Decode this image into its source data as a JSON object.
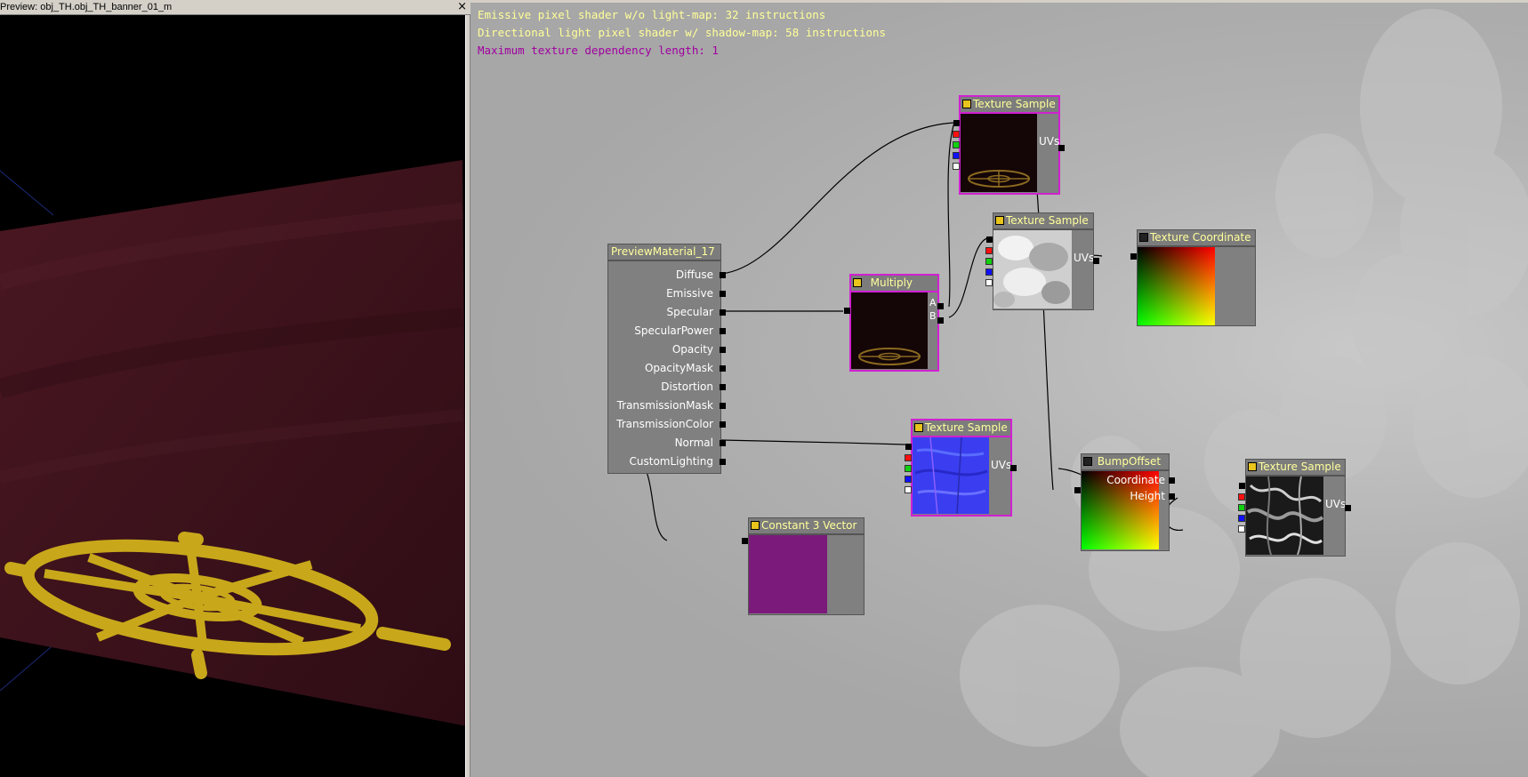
{
  "preview": {
    "title": "Preview: obj_TH.obj_TH_banner_01_m",
    "close_glyph": "×",
    "banner_color": "#3a1018",
    "emblem_color": "#c8a81a"
  },
  "stats": {
    "line1": "Emissive pixel shader w/o light-map: 32 instructions",
    "line2": "Directional light pixel shader w/ shadow-map: 58 instructions",
    "line3": "Maximum texture dependency length: 1"
  },
  "material_node": {
    "title": "PreviewMaterial_17",
    "inputs": [
      "Diffuse",
      "Emissive",
      "Specular",
      "SpecularPower",
      "Opacity",
      "OpacityMask",
      "Distortion",
      "TransmissionMask",
      "TransmissionColor",
      "Normal",
      "CustomLighting"
    ]
  },
  "nodes": {
    "tex_emblem": {
      "title": "Texture Sample",
      "pin": "UVs"
    },
    "tex_cloud": {
      "title": "Texture Sample",
      "pin": "UVs"
    },
    "tex_coord": {
      "title": "Texture Coordinate"
    },
    "multiply": {
      "title": "Multiply",
      "pin_a": "A",
      "pin_b": "B"
    },
    "tex_normal": {
      "title": "Texture Sample",
      "pin": "UVs"
    },
    "constant3": {
      "title": "Constant 3 Vector",
      "color": "#7b1a7b"
    },
    "bump_offset": {
      "title": "BumpOffset",
      "pin_coord": "Coordinate",
      "pin_height": "Height"
    },
    "tex_height": {
      "title": "Texture Sample",
      "pin": "UVs"
    }
  },
  "colors": {
    "selection": "#d020d0",
    "title_text": "#ffff9c",
    "stat_text": "#ffff99",
    "stat_alert": "#a000a0"
  }
}
